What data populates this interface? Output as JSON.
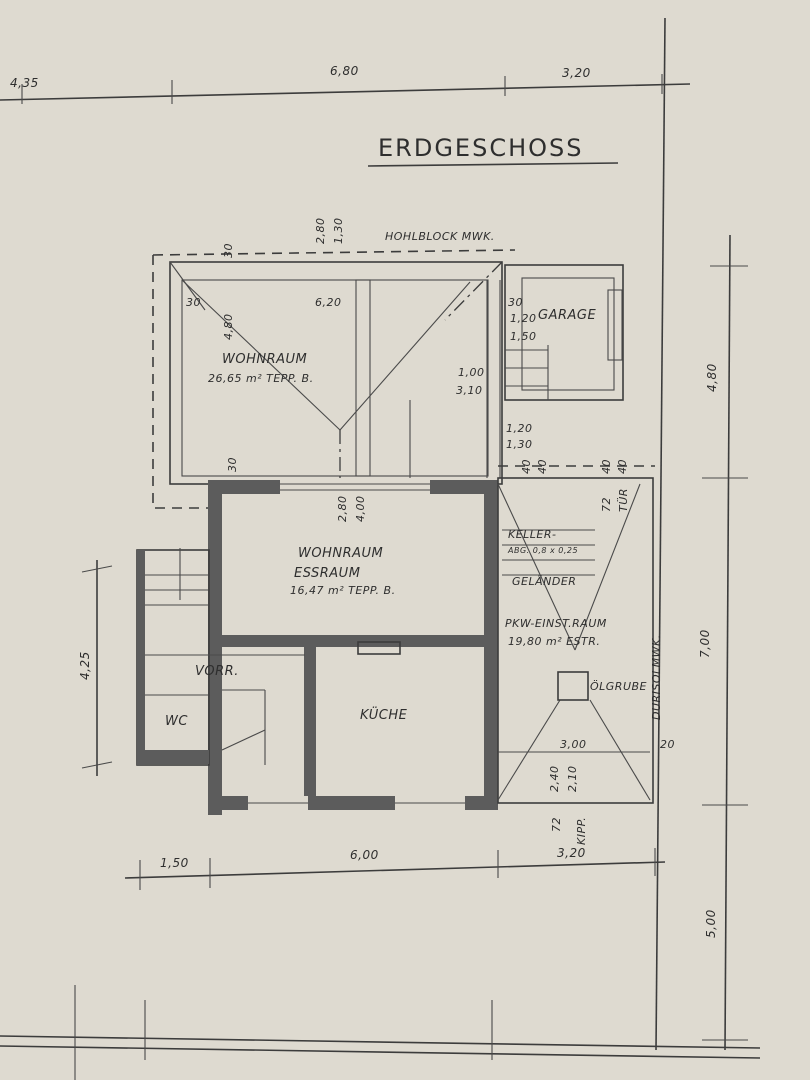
{
  "title": "ERDGESCHOSS",
  "wall_note_top": "HOHLBLOCK MWK.",
  "wall_note_right": "DURISOLMWK.",
  "rooms": {
    "wohnraum_upper": {
      "name": "WOHNRAUM",
      "area": "26,65 m² TEPP. B."
    },
    "wohnraum_ess": {
      "name": "WOHNRAUM",
      "name2": "ESSRAUM",
      "area": "16,47 m² TEPP. B."
    },
    "garage": {
      "name": "GARAGE"
    },
    "vorr": {
      "name": "VORR."
    },
    "wc": {
      "name": "WC"
    },
    "kueche": {
      "name": "KÜCHE"
    },
    "pkw": {
      "name": "PKW-EINST.RAUM",
      "area": "19,80 m² ESTR."
    },
    "keller": {
      "name": "KELLER-",
      "sub": "ABG. 0,8 x 0,25"
    },
    "gelaender": {
      "name": "GELÄNDER"
    },
    "oelgrube": {
      "name": "ÖLGRUBE"
    },
    "tuer": {
      "name": "TÜR"
    },
    "kipp": {
      "name": "KIPP."
    }
  },
  "dimensions": {
    "top_a": "4,35",
    "top_b": "6,80",
    "top_c": "3,20",
    "right_a": "4,80",
    "right_b": "7,00",
    "right_c": "5,00",
    "left_a": "4,25",
    "bottom_a": "1,50",
    "bottom_b": "6,00",
    "bottom_c": "3,20",
    "d_620": "6,20",
    "d_480": "4,80",
    "d_30a": "30",
    "d_30b": "30",
    "d_30c": "30",
    "d_30d": "30",
    "d_280a": "2,80",
    "d_130": "1,30",
    "d_280b": "2,80",
    "d_400": "4,00",
    "d_120a": "1,20",
    "d_150": "1,50",
    "d_100": "1,00",
    "d_310": "3,10",
    "d_120b": "1,20",
    "d_130b": "1,30",
    "d_40a": "40",
    "d_40b": "40",
    "d_40c": "40",
    "d_40d": "40",
    "d_72a": "72",
    "d_72b": "72",
    "d_300": "3,00",
    "d_20": "20",
    "d_240": "2,40",
    "d_210": "2,10"
  }
}
